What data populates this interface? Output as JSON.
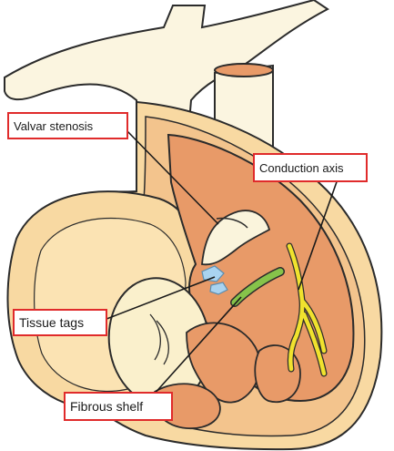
{
  "labels": {
    "valvar_stenosis": "Valvar stenosis",
    "conduction_axis": "Conduction axis",
    "tissue_tags": "Tissue tags",
    "fibrous_shelf": "Fibrous shelf"
  },
  "colors": {
    "outline": "#2b2b2b",
    "vessel_fill": "#fbf5e0",
    "outer_wall": "#f8d9a2",
    "inner_chamber": "#f3c48d",
    "muscle": "#e89a68",
    "valve_leaflet": "#faf4dc",
    "tissue_tags": "#a9d3f0",
    "fibrous_shelf": "#86c34a",
    "conduction_axis": "#f0e22e",
    "label_border": "#e02b2b",
    "pointer_line": "#1a1a1a"
  }
}
